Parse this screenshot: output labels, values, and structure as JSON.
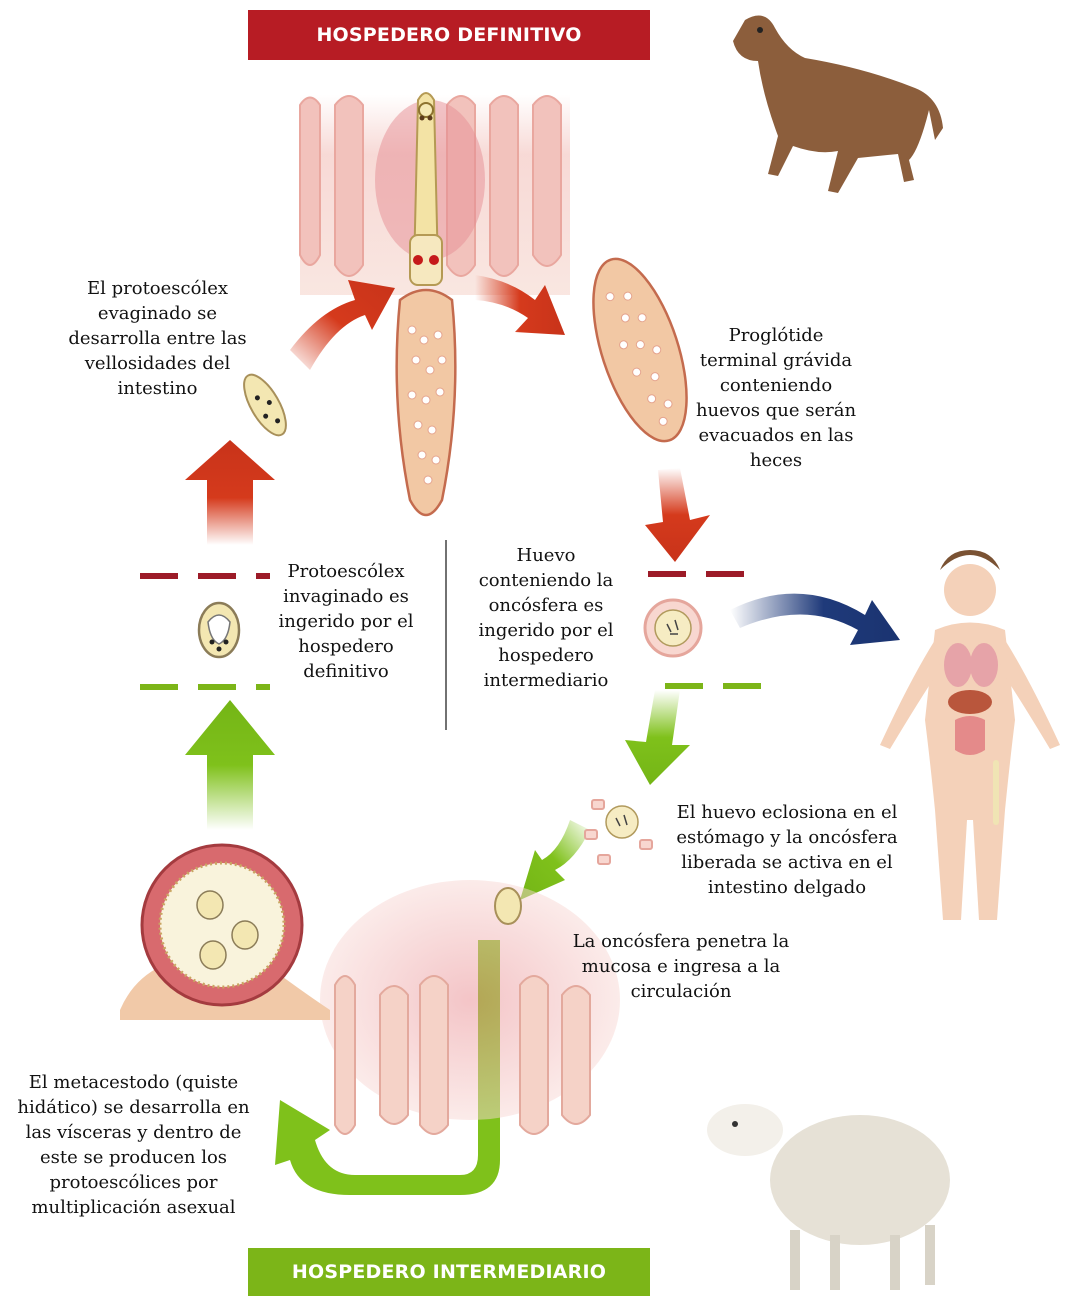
{
  "banners": {
    "definitive_host": "HOSPEDERO DEFINITIVO",
    "intermediate_host": "HOSPEDERO INTERMEDIARIO"
  },
  "labels": {
    "protoscolex_evaginated": "El protoescólex evaginado se desarrolla entre las vellosidades del intestino",
    "gravid_proglottid": "Proglótide terminal grávida conteniendo huevos que serán evacuados en las heces",
    "protoscolex_invaginated": "Protoescólex invaginado es ingerido por el hospedero definitivo",
    "egg_oncosphere": "Huevo conteniendo la oncósfera es ingerido por el hospedero intermediario",
    "egg_hatches": "El huevo eclosiona en el estómago y la oncósfera liberada se activa en el intestino delgado",
    "oncosphere_penetrates": "La oncósfera penetra la mucosa e ingresa a la circulación",
    "metacestode": "El metacestodo (quiste hidático) se desarrolla en las vísceras y dentro de este se producen los protoescólices por multiplicación asexual"
  },
  "colors": {
    "definitive": "#b71c24",
    "intermediate": "#7cb518",
    "arrow_red": "#d53a1c",
    "arrow_green": "#7fc11b",
    "arrow_blue": "#1f3a7a"
  }
}
